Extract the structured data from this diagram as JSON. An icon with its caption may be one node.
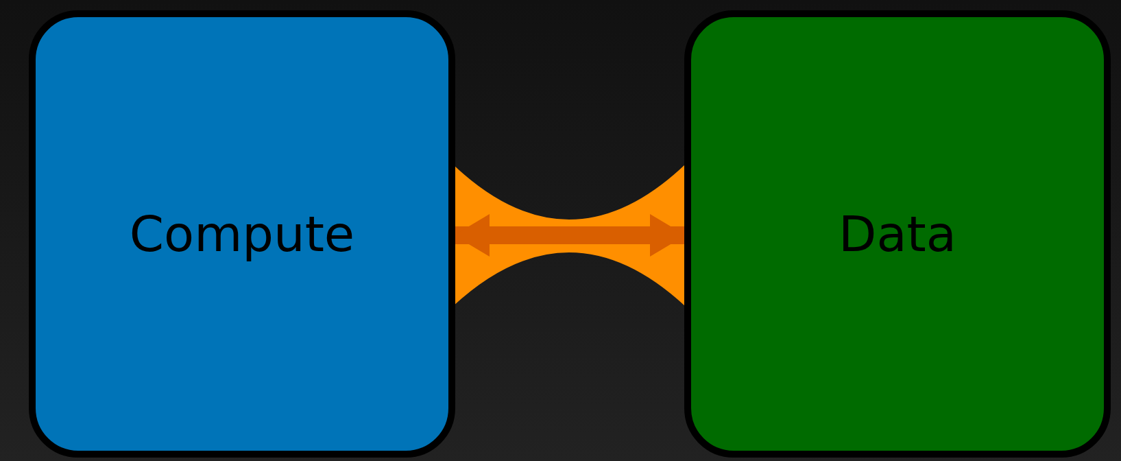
{
  "diagram": {
    "nodes": [
      {
        "text": [
          "Compute"
        ]
      },
      {
        "text": [
          "Data"
        ]
      }
    ],
    "edges": [
      {
        "from": 0,
        "to": 1,
        "arrow": "both"
      }
    ]
  }
}
